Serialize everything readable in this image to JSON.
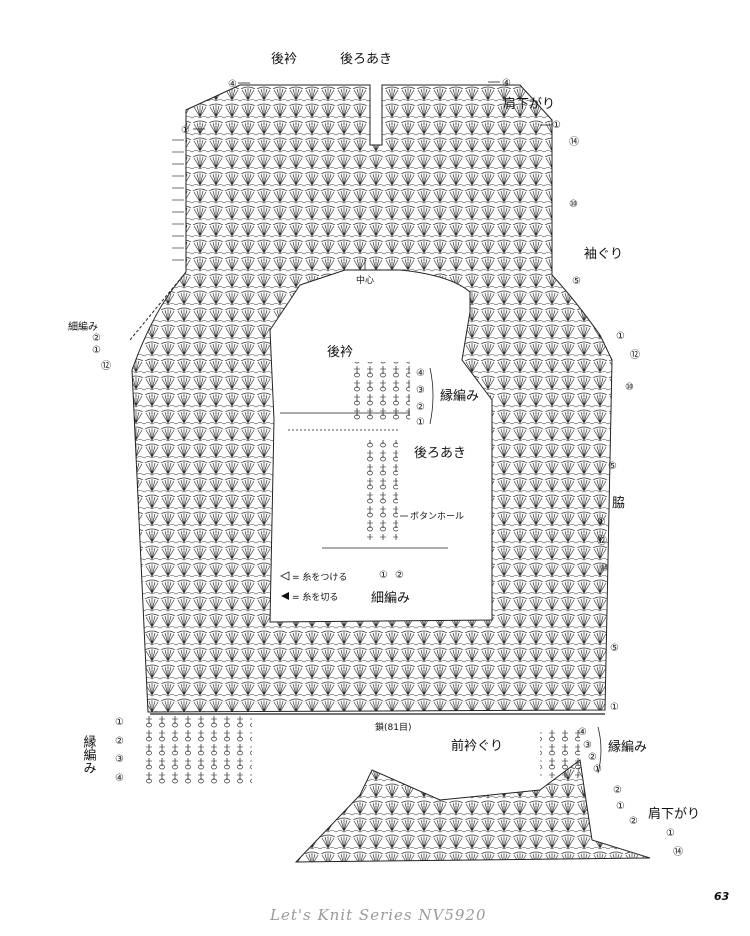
{
  "labels": {
    "back_collar": "後衿",
    "back_opening": "後ろあき",
    "shoulder_slope": "肩下がり",
    "armhole": "袖ぐり",
    "center": "中心",
    "side": "脇",
    "slip_stitch_edging": "細編み",
    "border_edging": "縁編み",
    "collar_title": "後衿",
    "collar_border": "縁編み",
    "collar_back_opening": "後ろあき",
    "buttonhole": "ボタンホール",
    "attach_yarn": "= 糸をつける",
    "cut_yarn": "= 糸を切る",
    "collar_slip_edging": "細編み",
    "chain_count": "鎖(81目)",
    "front_neckline": "前衿ぐり",
    "front_border": "縁編み",
    "front_shoulder": "肩下がり",
    "border_left": "縁編み"
  },
  "row_markers": {
    "top_left": "④",
    "top_right": "④",
    "r1_left": "①",
    "r1_right": "①",
    "r14_right": "⑭",
    "r10_right_a": "⑩",
    "r5_right_a": "⑤",
    "r1_right_b": "①",
    "r12_right_a": "⑫",
    "r10_right_b": "⑩",
    "r5_right_b": "⑤",
    "r1_right_c": "①",
    "r12_right_b": "⑫",
    "r10_right_c": "⑩",
    "r5_right_c": "⑤",
    "r1_bottom": "①",
    "left_2": "②",
    "left_1": "①",
    "left_12": "⑫",
    "collar_4": "④",
    "collar_3": "③",
    "collar_2": "②",
    "collar_1": "①",
    "collar_bottom_1": "①",
    "collar_bottom_2": "②",
    "border_1": "①",
    "border_2": "②",
    "border_3": "③",
    "border_4": "④",
    "front_4": "④",
    "front_3": "③",
    "front_2": "②",
    "front_1": "①",
    "front_r2": "②",
    "front_r1": "①",
    "front_r2b": "②",
    "front_r1b": "①",
    "front_r14": "⑭"
  },
  "footer": {
    "series": "Let's Knit Series NV5920",
    "page_number": "63"
  }
}
